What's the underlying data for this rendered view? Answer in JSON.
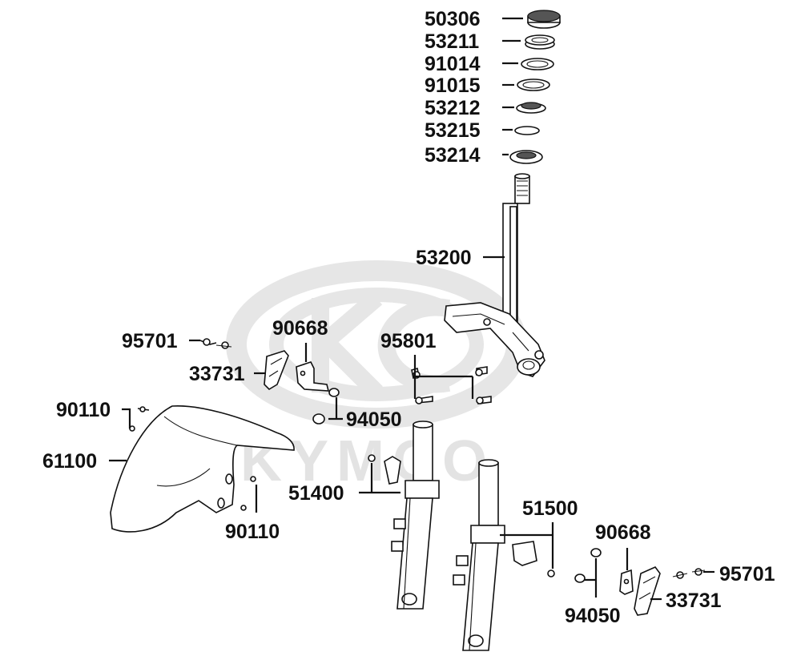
{
  "watermark": {
    "brand": "KYMCO",
    "color": "#e3e3e3"
  },
  "labels": {
    "p50306": "50306",
    "p53211": "53211",
    "p91014": "91014",
    "p91015": "91015",
    "p53212": "53212",
    "p53215": "53215",
    "p53214": "53214",
    "p53200": "53200",
    "p95701_left": "95701",
    "p90668_left": "90668",
    "p95801": "95801",
    "p33731_left": "33731",
    "p90110_top": "90110",
    "p94050_left": "94050",
    "p61100": "61100",
    "p51400": "51400",
    "p90110_bottom": "90110",
    "p51500": "51500",
    "p90668_right": "90668",
    "p95701_right": "95701",
    "p94050_right": "94050",
    "p33731_right": "33731"
  },
  "colors": {
    "line": "#111111",
    "background": "#ffffff"
  }
}
